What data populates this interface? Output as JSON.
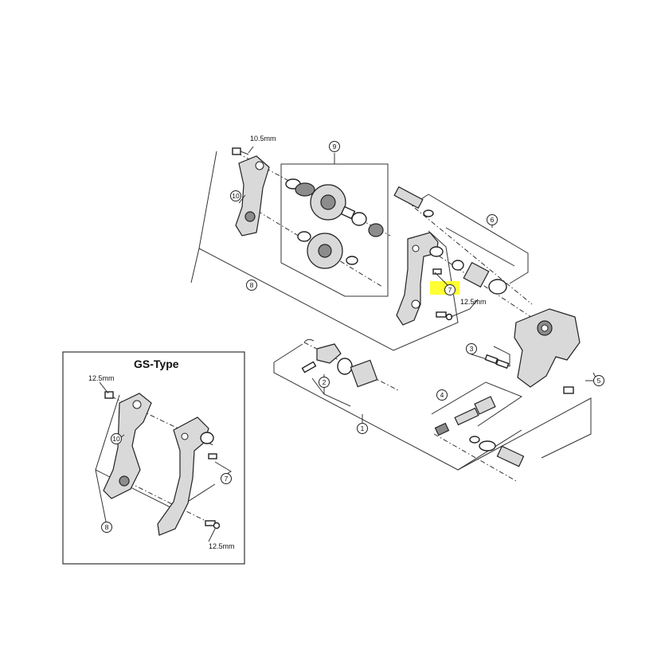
{
  "callouts": {
    "c1": "1",
    "c2": "2",
    "c3": "3",
    "c4": "4",
    "c5": "5",
    "c6": "6",
    "c7": "7",
    "c8": "8",
    "c9": "9",
    "c10": "10",
    "gs_c7": "7",
    "gs_c8": "8",
    "gs_c10": "10"
  },
  "dimensions": {
    "top_bolt": "10.5mm",
    "pivot_bolt": "12.5mm",
    "gs_top_bolt": "12.5mm",
    "gs_bottom_bolt": "12.5mm"
  },
  "inset": {
    "title": "GS-Type"
  },
  "highlight": {
    "color": "#ffff33",
    "target": "7"
  }
}
